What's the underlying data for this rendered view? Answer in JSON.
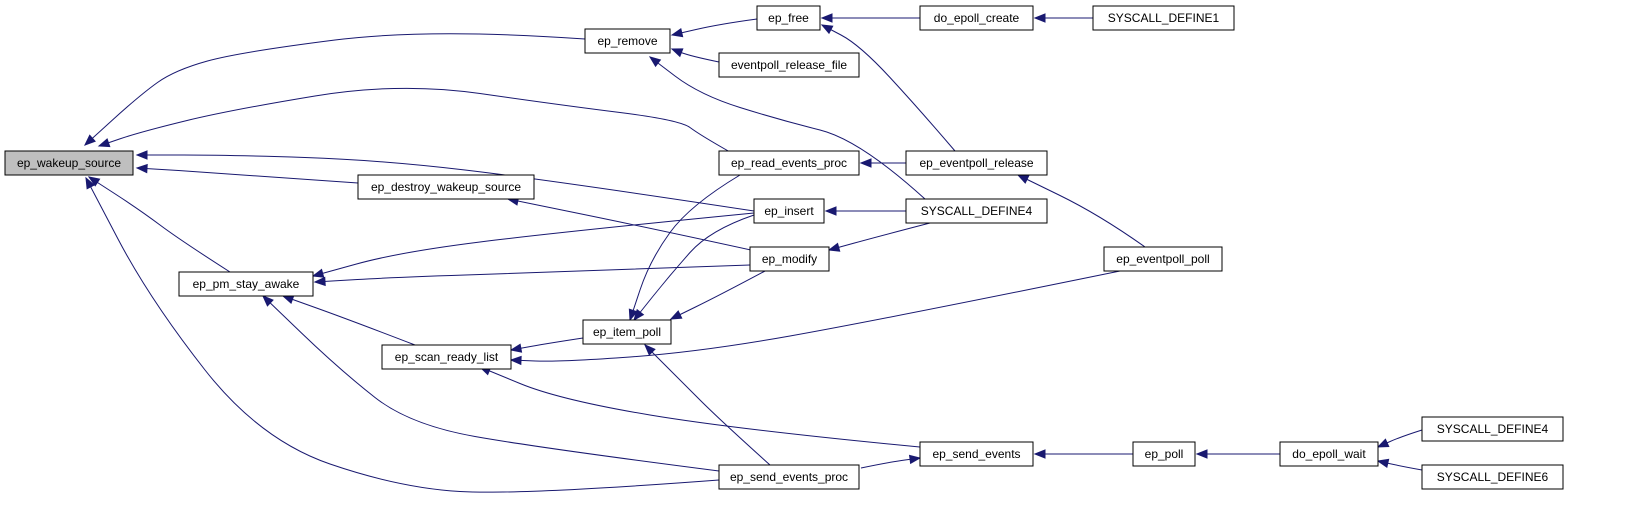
{
  "graph": {
    "edge_color": "#191970",
    "highlight_fill": "#bfbfbf",
    "node_fill": "#ffffff",
    "nodes": [
      {
        "id": "ep_wakeup_source",
        "label": "ep_wakeup_source",
        "highlighted": true
      },
      {
        "id": "ep_remove",
        "label": "ep_remove"
      },
      {
        "id": "ep_free",
        "label": "ep_free"
      },
      {
        "id": "do_epoll_create",
        "label": "do_epoll_create"
      },
      {
        "id": "syscall_define1",
        "label": "SYSCALL_DEFINE1"
      },
      {
        "id": "eventpoll_release_file",
        "label": "eventpoll_release_file"
      },
      {
        "id": "ep_read_events_proc",
        "label": "ep_read_events_proc"
      },
      {
        "id": "ep_eventpoll_release",
        "label": "ep_eventpoll_release"
      },
      {
        "id": "ep_destroy_wakeup_source",
        "label": "ep_destroy_wakeup_source"
      },
      {
        "id": "ep_insert",
        "label": "ep_insert"
      },
      {
        "id": "syscall_define4_a",
        "label": "SYSCALL_DEFINE4"
      },
      {
        "id": "ep_modify",
        "label": "ep_modify"
      },
      {
        "id": "ep_eventpoll_poll",
        "label": "ep_eventpoll_poll"
      },
      {
        "id": "ep_pm_stay_awake",
        "label": "ep_pm_stay_awake"
      },
      {
        "id": "ep_item_poll",
        "label": "ep_item_poll"
      },
      {
        "id": "ep_scan_ready_list",
        "label": "ep_scan_ready_list"
      },
      {
        "id": "ep_send_events",
        "label": "ep_send_events"
      },
      {
        "id": "ep_poll",
        "label": "ep_poll"
      },
      {
        "id": "do_epoll_wait",
        "label": "do_epoll_wait"
      },
      {
        "id": "syscall_define4_b",
        "label": "SYSCALL_DEFINE4"
      },
      {
        "id": "syscall_define6",
        "label": "SYSCALL_DEFINE6"
      },
      {
        "id": "ep_send_events_proc",
        "label": "ep_send_events_proc"
      }
    ],
    "edges": [
      {
        "from": "ep_remove",
        "to": "ep_wakeup_source"
      },
      {
        "from": "ep_read_events_proc",
        "to": "ep_wakeup_source"
      },
      {
        "from": "ep_insert",
        "to": "ep_wakeup_source"
      },
      {
        "from": "ep_destroy_wakeup_source",
        "to": "ep_wakeup_source"
      },
      {
        "from": "ep_pm_stay_awake",
        "to": "ep_wakeup_source"
      },
      {
        "from": "ep_send_events_proc",
        "to": "ep_wakeup_source"
      },
      {
        "from": "ep_free",
        "to": "ep_remove"
      },
      {
        "from": "eventpoll_release_file",
        "to": "ep_remove"
      },
      {
        "from": "syscall_define4_a",
        "to": "ep_remove"
      },
      {
        "from": "do_epoll_create",
        "to": "ep_free"
      },
      {
        "from": "ep_eventpoll_release",
        "to": "ep_free"
      },
      {
        "from": "syscall_define1",
        "to": "do_epoll_create"
      },
      {
        "from": "ep_eventpoll_release",
        "to": "ep_read_events_proc"
      },
      {
        "from": "ep_eventpoll_poll",
        "to": "ep_eventpoll_release"
      },
      {
        "from": "ep_modify",
        "to": "ep_destroy_wakeup_source"
      },
      {
        "from": "syscall_define4_a",
        "to": "ep_insert"
      },
      {
        "from": "syscall_define4_a",
        "to": "ep_modify"
      },
      {
        "from": "ep_insert",
        "to": "ep_pm_stay_awake"
      },
      {
        "from": "ep_modify",
        "to": "ep_pm_stay_awake"
      },
      {
        "from": "ep_scan_ready_list",
        "to": "ep_pm_stay_awake"
      },
      {
        "from": "ep_send_events_proc",
        "to": "ep_pm_stay_awake"
      },
      {
        "from": "ep_read_events_proc",
        "to": "ep_item_poll"
      },
      {
        "from": "ep_insert",
        "to": "ep_item_poll"
      },
      {
        "from": "ep_modify",
        "to": "ep_item_poll"
      },
      {
        "from": "ep_send_events_proc",
        "to": "ep_item_poll"
      },
      {
        "from": "ep_item_poll",
        "to": "ep_scan_ready_list"
      },
      {
        "from": "ep_eventpoll_poll",
        "to": "ep_scan_ready_list"
      },
      {
        "from": "ep_send_events",
        "to": "ep_scan_ready_list"
      },
      {
        "from": "ep_send_events_proc",
        "to": "ep_send_events"
      },
      {
        "from": "ep_poll",
        "to": "ep_send_events"
      },
      {
        "from": "do_epoll_wait",
        "to": "ep_poll"
      },
      {
        "from": "syscall_define4_b",
        "to": "do_epoll_wait"
      },
      {
        "from": "syscall_define6",
        "to": "do_epoll_wait"
      }
    ]
  }
}
